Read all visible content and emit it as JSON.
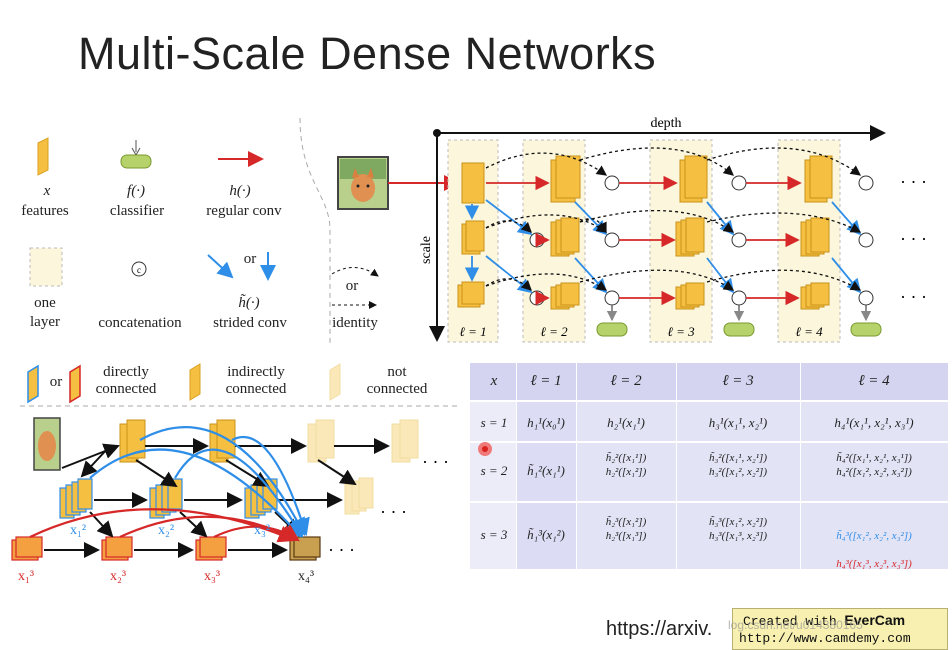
{
  "title": "Multi-Scale Dense Networks",
  "legend": {
    "features_sym": "x",
    "features_label": "features",
    "classifier_sym": "f(·)",
    "classifier_label": "classifier",
    "regular_sym": "h(·)",
    "regular_label": "regular conv",
    "one_layer_label": "one\nlayer",
    "concat_label": "concatenation",
    "or_1": "or",
    "strided_sym": "h̃(·)",
    "strided_label": "strided conv",
    "or_2": "or",
    "identity_label": "identity",
    "concat_symbol": "c"
  },
  "diagram": {
    "depth_label": "depth",
    "scale_label": "scale",
    "layer_labels": [
      "ℓ = 1",
      "ℓ = 2",
      "ℓ = 3",
      "ℓ = 4"
    ],
    "ellipsis": "· · ·"
  },
  "connections": {
    "or": "or",
    "directly": "directly\nconnected",
    "indirectly": "indirectly\nconnected",
    "not": "not\nconnected",
    "bottom_labels": [
      "x₁³",
      "x₂³",
      "x₃³",
      "x₄³"
    ],
    "mid_labels": [
      "x₁²",
      "x₂²",
      "x₃²"
    ],
    "ellipsis": "· · ·"
  },
  "table": {
    "header": [
      "x",
      "ℓ = 1",
      "ℓ = 2",
      "ℓ = 3",
      "ℓ = 4"
    ],
    "rows": [
      {
        "s": "s = 1",
        "c1": "h₁¹(x₀¹)",
        "c2": "h₂¹(x₁¹)",
        "c3": "h₃¹(x₁¹, x₂¹)",
        "c4": "h₄¹(x₁¹, x₂¹, x₃¹)"
      },
      {
        "s": "s = 2",
        "c1": "h̃₁²(x₁¹)",
        "c2": "h̃₂²([x₁¹])\nh₂²([x₁²])",
        "c3": "h̃₃²([x₁¹, x₂¹])\nh₃²([x₁², x₂²])",
        "c4": "h̃₄²([x₁¹, x₂¹, x₃¹])\nh₄²([x₁², x₂², x₃²])"
      },
      {
        "s": "s = 3",
        "c1": "h̃₁³(x₁²)",
        "c2": "h̃₂³([x₁²])\nh₂³([x₁³])",
        "c3": "h̃₃³([x₁², x₂²])\nh₃³([x₁³, x₂³])",
        "c4_top": "h̃₄³([x₁², x₂², x₃²])",
        "c4_bot": "h₄³([x₁³, x₂³, x₃³])"
      }
    ]
  },
  "footer": {
    "url": "https://arxiv.",
    "watermark_line1_prefix": "Created with ",
    "watermark_brand": "EverCam",
    "watermark_line2": "http://www.camdemy.com",
    "overlay": "log.csdn.net/u014380165"
  },
  "colors": {
    "feature": "#f5c042",
    "classifier": "#b5d36a",
    "regular_conv": "#d62828",
    "strided_conv": "#2f8ee8",
    "table_bg": "#e3e3f6"
  }
}
